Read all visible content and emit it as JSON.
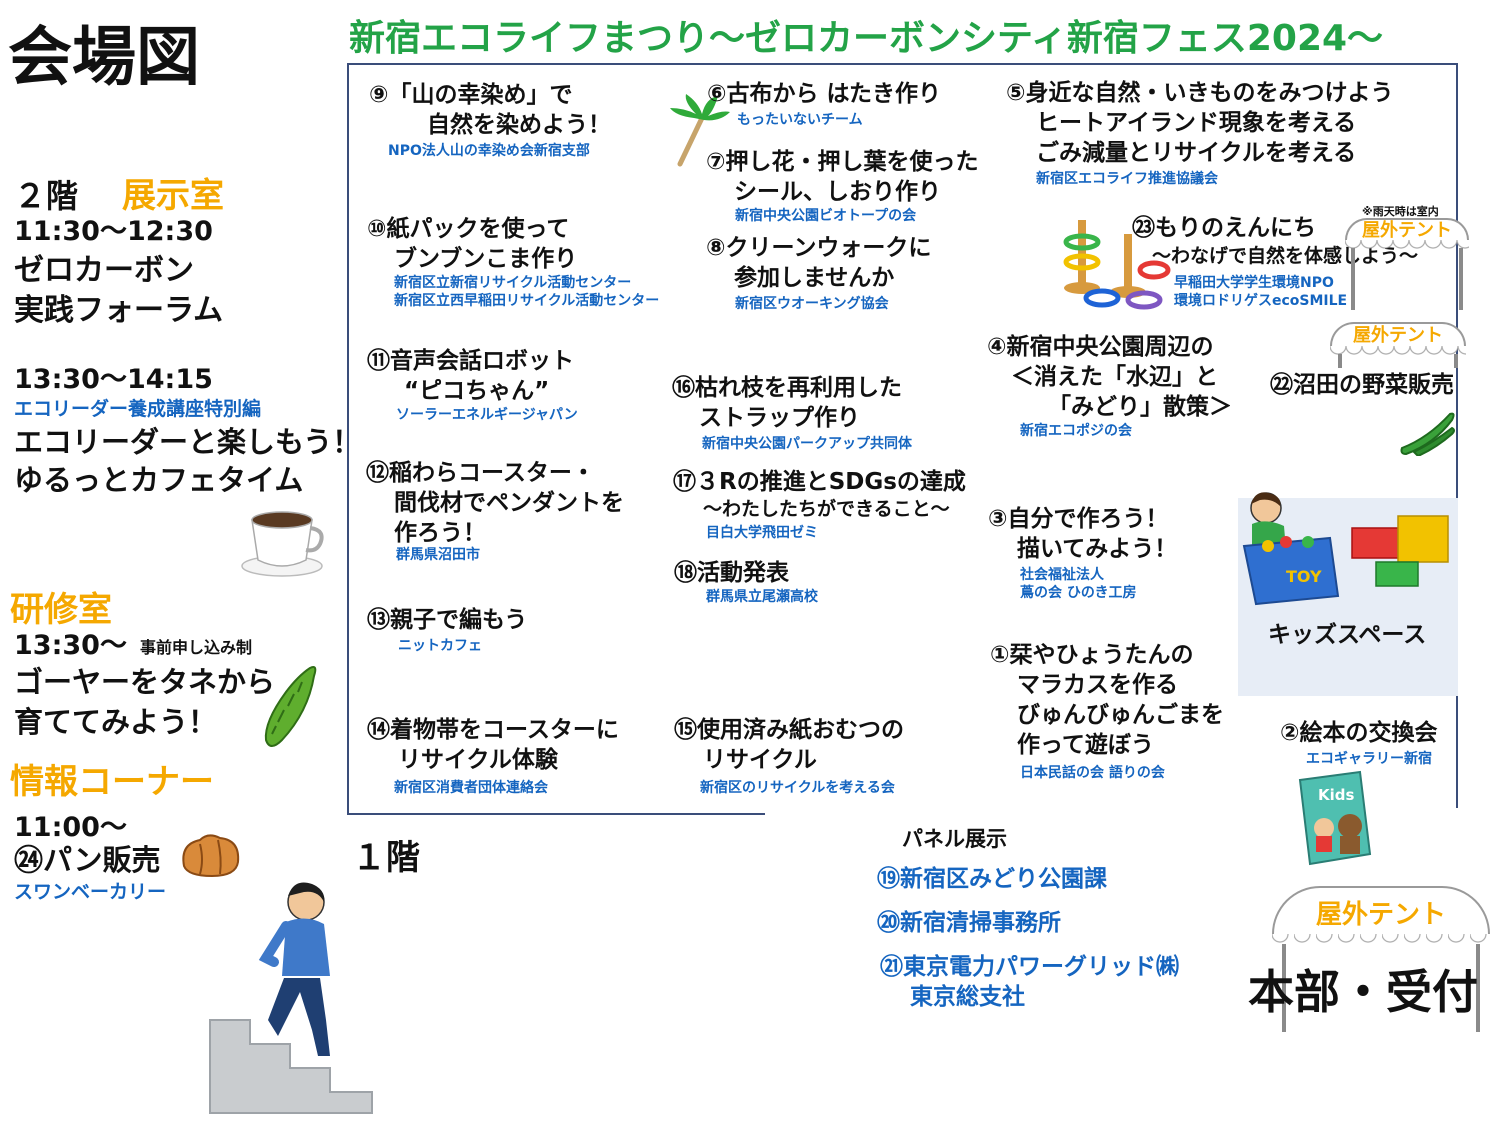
{
  "header": {
    "map_title": "会場図",
    "event_title": "新宿エコライフまつり〜ゼロカーボンシティ新宿フェス2024〜"
  },
  "floor2": {
    "label": "２階",
    "room": "展示室",
    "time1": "11:30〜12:30",
    "event1_line1": "ゼロカーボン",
    "event1_line2": "実践フォーラム",
    "time2": "13:30〜14:15",
    "event2_sub": "エコリーダー養成講座特別編",
    "event2_line1": "エコリーダーと楽しもう！",
    "event2_line2": "ゆるっとカフェタイム"
  },
  "kenshu": {
    "room": "研修室",
    "time": "13:30〜",
    "note": "事前申し込み制",
    "line1": "ゴーヤーをタネから",
    "line2": "育ててみよう！"
  },
  "info": {
    "room": "情報コーナー",
    "time": "11:00〜",
    "event": "㉔パン販売",
    "org": "スワンベーカリー"
  },
  "floor1_label": "１階",
  "booths": {
    "b9": {
      "l1": "⑨「山の幸染め」で",
      "l2": "自然を染めよう！",
      "org": "NPO法人山の幸染め会新宿支部"
    },
    "b10": {
      "l1": "⑩紙パックを使って",
      "l2": "ブンブンこま作り",
      "org1": "新宿区立新宿リサイクル活動センター",
      "org2": "新宿区立西早稲田リサイクル活動センター"
    },
    "b11": {
      "l1": "⑪音声会話ロボット",
      "l2": "“ピコちゃん”",
      "org": "ソーラーエネルギージャパン"
    },
    "b12": {
      "l1": "⑫稲わらコースター・",
      "l2": "間伐材でペンダントを",
      "l3": "作ろう！",
      "org": "群馬県沼田市"
    },
    "b13": {
      "l1": "⑬親子で編もう",
      "org": "ニットカフェ"
    },
    "b14": {
      "l1": "⑭着物帯をコースターに",
      "l2": "リサイクル体験",
      "org": "新宿区消費者団体連絡会"
    },
    "b6": {
      "l1": "⑥古布から はたき作り",
      "org": "もったいないチーム"
    },
    "b7": {
      "l1": "⑦押し花・押し葉を使った",
      "l2": "シール、しおり作り",
      "org": "新宿中央公園ビオトープの会"
    },
    "b8": {
      "l1": "⑧クリーンウォークに",
      "l2": "参加しませんか",
      "org": "新宿区ウオーキング協会"
    },
    "b16": {
      "l1": "⑯枯れ枝を再利用した",
      "l2": "ストラップ作り",
      "org": "新宿中央公園パークアップ共同体"
    },
    "b17": {
      "l1": "⑰３Rの推進とSDGsの達成",
      "l2": "〜わたしたちができること〜",
      "org": "目白大学飛田ゼミ"
    },
    "b18": {
      "l1": "⑱活動発表",
      "org": "群馬県立尾瀬高校"
    },
    "b15": {
      "l1": "⑮使用済み紙おむつの",
      "l2": "リサイクル",
      "org": "新宿区のリサイクルを考える会"
    },
    "b5": {
      "l1": "⑤身近な自然・いきものをみつけよう",
      "l2": "ヒートアイランド現象を考える",
      "l3": "ごみ減量とリサイクルを考える",
      "org": "新宿区エコライフ推進協議会"
    },
    "b23": {
      "l1": "㉓もりのえんにち",
      "l2": "〜わなげで自然を体感しよう〜",
      "org1": "早稲田大学学生環境NPO",
      "org2": "環境ロドリゲスecoSMILE",
      "rain": "※雨天時は室内"
    },
    "b4": {
      "l1": "④新宿中央公園周辺の",
      "l2": "＜消えた「水辺」と",
      "l3": "「みどり」散策＞",
      "org": "新宿エコポジの会"
    },
    "b22": {
      "l1": "㉒沼田の野菜販売"
    },
    "b3": {
      "l1": "③自分で作ろう！",
      "l2": "描いてみよう！",
      "org1": "社会福祉法人",
      "org2": "蔦の会 ひのき工房"
    },
    "b1": {
      "l1": "①栞やひょうたんの",
      "l2": "マラカスを作る",
      "l3": "びゅんびゅんごまを",
      "l4": "作って遊ぼう",
      "org": "日本民話の会 語りの会"
    },
    "b2": {
      "l1": "②絵本の交換会",
      "org": "エコギャラリー新宿"
    }
  },
  "kids_space": "キッズスペース",
  "kids_book": "Kids",
  "toy_label": "TOY",
  "panel": {
    "title": "パネル展示",
    "p19": "⑲新宿区みどり公園課",
    "p20": "⑳新宿清掃事務所",
    "p21_l1": "㉑東京電力パワーグリッド㈱",
    "p21_l2": "東京総支社"
  },
  "tents": {
    "label": "屋外テント",
    "hq": "本部・受付"
  },
  "colors": {
    "title_green": "#23a347",
    "accent_orange": "#f5a800",
    "org_blue": "#1565c0",
    "border": "#3a4d7a"
  }
}
